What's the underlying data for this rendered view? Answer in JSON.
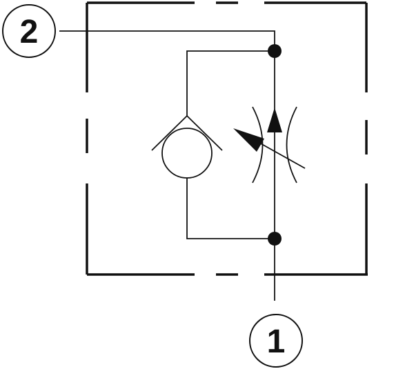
{
  "diagram": {
    "type": "hydraulic-schematic",
    "components": [
      "check-valve",
      "adjustable-flow-control-valve"
    ],
    "ports": [
      {
        "id": "port-2",
        "label": "2"
      },
      {
        "id": "port-1",
        "label": "1"
      }
    ],
    "colors": {
      "line": "#111111",
      "background": "#ffffff"
    }
  }
}
